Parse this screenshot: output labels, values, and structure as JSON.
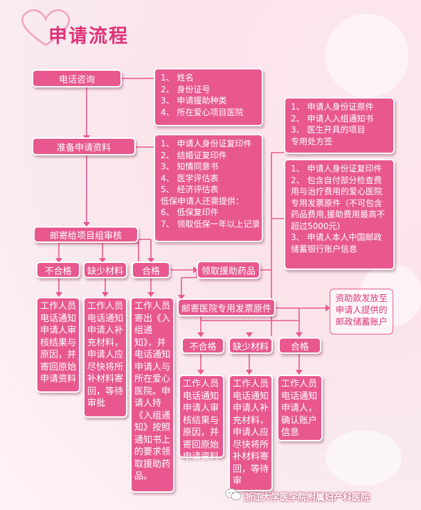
{
  "title": "申请流程",
  "steps": {
    "phone_consult": "电话咨询",
    "prepare_docs": "准备申请资料",
    "mail_review": "邮寄给项目组审核",
    "receive_drugs": "领取援助药品",
    "mail_invoice": "邮寄医院专用发票原件"
  },
  "phone_info": [
    "1、 姓名",
    "2、 身份证号",
    "3、 申请援助种类",
    "4、 所在爱心项目医院"
  ],
  "prepare_list": [
    "1、 申请人身份证复印件",
    "2、 结婚证复印件",
    "3、 知情同意书",
    "4、 医学评估表",
    "5、 经济评估表",
    "低保申请人还需提供：",
    "6、 低保复印件",
    "7、 领取低保一年以上记录"
  ],
  "drug_docs": [
    "1、 申请人身份证原件",
    "2、 申请人入组通知书",
    "3、 医生开具的项目",
    "    专用处方签"
  ],
  "invoice_docs": [
    "1、 申请人身份证复印件",
    "2、 包含自付部分检查费",
    "用与治疗费用的爱心医院",
    "专用发票原件（不可包含",
    "药品费用,援助费用最高不",
    "超过5000元）",
    "3、 申请人本人中国邮政",
    "储蓄银行账户信息"
  ],
  "review": {
    "fail": "不合格",
    "missing": "缺少材料",
    "pass": "合格",
    "fail_note": "工作人员电话通知申请人审核结果与原因，并寄回原始申请资料",
    "missing_note": "工作人员电话通知申请人补充材料，申请人应尽快将所补材料寄回，等待审批",
    "pass_note": "工作人员寄出《入组通知》，并电话通知申请人与所在爱心医院。申请人持《入组通知》按照通知书上的要求领取援助药品。"
  },
  "invoice_review": {
    "fail": "不合格",
    "missing": "缺少材料",
    "pass": "合格",
    "fail_note": "工作人员电话通知申请人审核结果与原因，并寄回原始申请资料",
    "missing_note": "工作人员电话通知申请人补充材料，申请人应尽快将所补材料寄回，等待审",
    "pass_note": "工作人员电话通知申请人，确认账户信息"
  },
  "payout": "资助款发放至申请人提供的邮政储蓄账户",
  "footer": "浙江大学医学院附属妇产科医院",
  "colors": {
    "box": "#e8588f",
    "title": "#e0337a",
    "line": "#e8588f"
  }
}
